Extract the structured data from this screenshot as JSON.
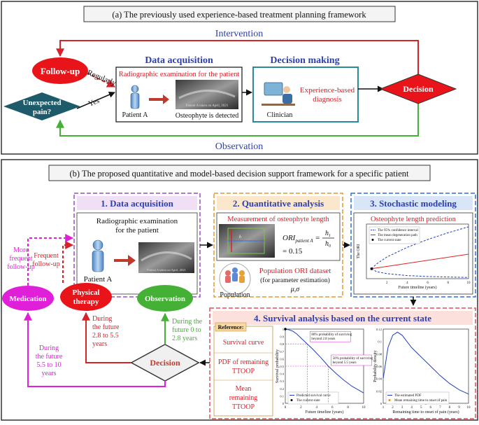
{
  "top": {
    "title": "(a) The previously used experience-based treatment planning framework",
    "intervention": "Intervention",
    "observation": "Observation",
    "follow_up": "Follow-up",
    "regularly": "Regularly",
    "unexpected_1": "Unexpected",
    "unexpected_2": "pain?",
    "yes": "Yes",
    "data_acq": "Data acquisition",
    "radiographic": "Radiographic examination for the patient",
    "patient": "Patient A",
    "osteophyte_detected": "Osteophyte is detected",
    "xray_caption": "Patient A taken on April, 2021",
    "decision_making": "Decision making",
    "clinician": "Clinician",
    "exp_1": "Experience-based",
    "exp_2": "diagnosis",
    "decision": "Decision"
  },
  "bottom": {
    "title": "(b) The proposed quantitative and model-based decision support framework for a specific patient",
    "p1_title": "1. Data acquisition",
    "p1_line1": "Radiographic examination",
    "p1_line2": "for the patient",
    "patient": "Patient A",
    "xray_caption": "Patient A taken on April, 2021",
    "p2_title": "2. Quantitative analysis",
    "measurement": "Measurement of osteophyte length",
    "ori_lhs": "ORI",
    "ori_sub": "patient A",
    "ori_num": "h",
    "ori_num_sub": "1",
    "ori_den": "h",
    "ori_den_sub": "0",
    "ori_value": "= 0.15",
    "population": "Population",
    "pop_dataset": "Population ORI dataset",
    "param_est": "(for parameter estimation)",
    "mu_sigma": "μ,σ",
    "p3_title": "3. Stochastic modeling",
    "osteo_pred": "Osteophyte length prediction",
    "p4_title": "4. Survival analysis based on the current state",
    "reference": "Reference:",
    "survival_curve": "Survival curve",
    "pdf_1": "PDF of remaining",
    "pdf_2": "TTOOP",
    "mean_1": "Mean",
    "mean_2": "remaining",
    "mean_3": "TTOOP",
    "more_freq_1": "More",
    "more_freq_2": "frequent",
    "more_freq_3": "follow-up",
    "freq_1": "Frequent",
    "freq_2": "follow-up",
    "medication": "Medication",
    "physical_1": "Physical",
    "physical_2": "therapy",
    "observation": "Observation",
    "decision": "Decision",
    "pt_1": "During",
    "pt_2": "the future",
    "pt_3": "2.8 to 5.5",
    "pt_4": "years",
    "obs_1": "During the",
    "obs_2": "future 0 to",
    "obs_3": "2.8 years",
    "med_1": "During",
    "med_2": "the future",
    "med_3": "5.5 to 10",
    "med_4": "years"
  },
  "chart_data": [
    {
      "type": "line",
      "title": "",
      "xlabel": "Future timeline (years)",
      "ylabel": "The ORI",
      "xlim": [
        0,
        10
      ],
      "xticks": [
        2,
        4,
        6,
        8,
        10
      ],
      "series": [
        {
          "name": "The 95% confidence interval",
          "style": "dashed",
          "color": "#1f3fbf",
          "x": [
            0.5,
            1,
            2,
            4,
            6,
            8,
            10
          ],
          "y": [
            0.15,
            0.2,
            0.27,
            0.37,
            0.45,
            0.52,
            0.58
          ]
        },
        {
          "name": "The 95% confidence interval",
          "style": "dashed",
          "color": "#1f3fbf",
          "x": [
            0.5,
            1,
            2,
            4,
            6,
            8,
            10
          ],
          "y": [
            0.15,
            0.12,
            0.1,
            0.08,
            0.07,
            0.065,
            0.06
          ]
        },
        {
          "name": "The mean degeneration path",
          "style": "solid",
          "color": "#e02020",
          "x": [
            0.5,
            10
          ],
          "y": [
            0.15,
            0.3
          ]
        },
        {
          "name": "The current state",
          "style": "point",
          "color": "#000000",
          "x": [
            0.5
          ],
          "y": [
            0.15
          ]
        }
      ]
    },
    {
      "type": "line",
      "title": "",
      "xlabel": "Future timeline (years)",
      "ylabel": "Survival probability",
      "xlim": [
        0,
        10
      ],
      "ylim": [
        0,
        1
      ],
      "xticks": [
        0,
        2,
        4,
        6,
        8,
        10
      ],
      "yticks": [
        0,
        0.1,
        0.2,
        0.3,
        0.4,
        0.5,
        0.6,
        0.7,
        0.8,
        0.9,
        1
      ],
      "series": [
        {
          "name": "Predicted survival curve",
          "style": "solid",
          "color": "#1f3fbf",
          "x": [
            0,
            0.5,
            1,
            1.5,
            2,
            2.8,
            3.5,
            4.5,
            5.5,
            6.5,
            7.5,
            8.5,
            10
          ],
          "y": [
            1,
            0.99,
            0.97,
            0.93,
            0.88,
            0.8,
            0.73,
            0.62,
            0.5,
            0.4,
            0.31,
            0.23,
            0.14
          ]
        },
        {
          "name": "The current state",
          "style": "point",
          "color": "#000000",
          "x": [
            0
          ],
          "y": [
            1
          ]
        }
      ],
      "annotations": [
        {
          "text": "80% probability of surviving beyond 2.8 years",
          "x": 2.8,
          "y": 0.8
        },
        {
          "text": "50% probability of surviving beyond 5.5 years",
          "x": 5.5,
          "y": 0.5
        }
      ]
    },
    {
      "type": "line",
      "title": "",
      "xlabel": "Remaining time to onset of pain (years)",
      "ylabel": "Probability density",
      "xlim": [
        1,
        10
      ],
      "ylim": [
        0,
        0.12
      ],
      "xticks": [
        1,
        2,
        3,
        4,
        5,
        6,
        7,
        8,
        9,
        10
      ],
      "yticks": [
        0,
        0.02,
        0.04,
        0.06,
        0.08,
        0.1,
        0.12
      ],
      "series": [
        {
          "name": "The estimated PDF",
          "style": "solid",
          "color": "#1f3fbf",
          "x": [
            1,
            1.5,
            2,
            2.5,
            3,
            3.5,
            4,
            5,
            6,
            7,
            8,
            9,
            10
          ],
          "y": [
            0.04,
            0.09,
            0.11,
            0.115,
            0.11,
            0.1,
            0.09,
            0.075,
            0.06,
            0.045,
            0.032,
            0.022,
            0.015
          ]
        },
        {
          "name": "Mean remaining time to onset of pain",
          "style": "point",
          "color": "#e69020",
          "x": [
            5.5
          ],
          "y": [
            0
          ]
        }
      ]
    }
  ]
}
